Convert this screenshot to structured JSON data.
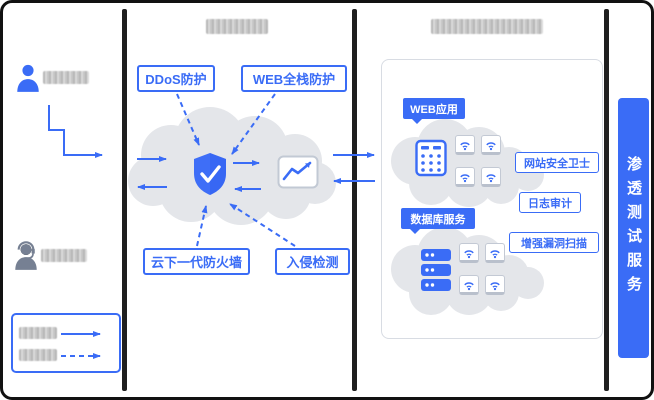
{
  "middle_section": {
    "ddos": "DDoS防护",
    "web_fullstack": "WEB全栈防护",
    "next_gen_firewall": "云下一代防火墙",
    "intrusion_detection": "入侵检测"
  },
  "right_section": {
    "web_app": "WEB应用",
    "database_service": "数据库服务",
    "site_safety_guard": "网站安全卫士",
    "log_audit": "日志审计",
    "enhanced_vuln_scan": "增强漏洞扫描"
  },
  "pentest_bar": {
    "label": "渗透测试服务"
  },
  "colors": {
    "accent": "#3A6CF6",
    "cloud": "#E4E6EA",
    "divider": "#1F1F1F"
  }
}
